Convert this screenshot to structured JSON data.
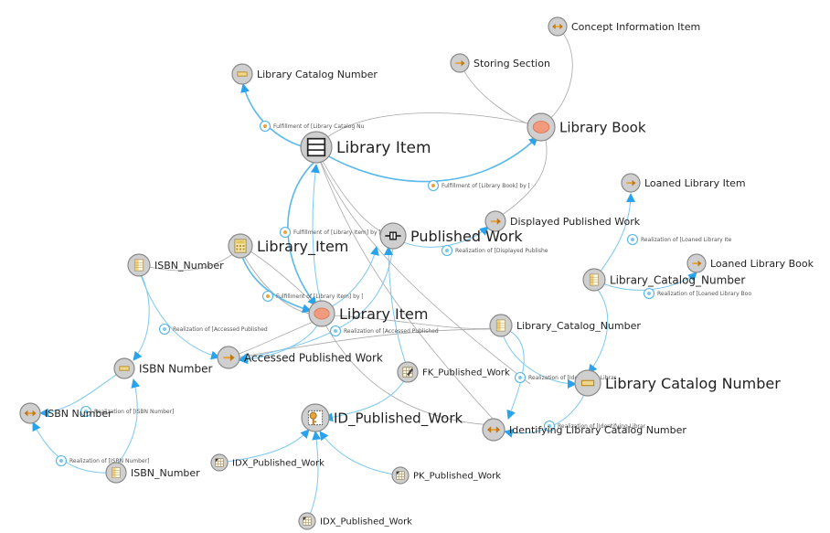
{
  "colors": {
    "edge_gray": "#a8a8a8",
    "edge_blue": "#7cc8ee",
    "edge_blue_strong": "#4fb3e8",
    "arrow": "#2ba3ec",
    "node_fill": "#cfcfcf",
    "node_stroke": "#8a8a8a",
    "icon_orange": "#e8a33c",
    "icon_salmon": "#f29a7e"
  },
  "nodes": {
    "concept_info": {
      "label": "Concept Information Item",
      "icon": "double-arrow-icon"
    },
    "storing_section": {
      "label": "Storing Section",
      "icon": "arrow-right-icon"
    },
    "library_catalog_number_top": {
      "label": "Library Catalog Number",
      "icon": "minus-icon"
    },
    "library_book": {
      "label": "Library Book",
      "icon": "ellipse-icon"
    },
    "library_item_main": {
      "label": "Library Item",
      "icon": "table-icon"
    },
    "loaned_library_item": {
      "label": "Loaned Library Item",
      "icon": "arrow-right-icon"
    },
    "displayed_published_work": {
      "label": "Displayed Published Work",
      "icon": "arrow-right-icon"
    },
    "published_work": {
      "label": "Published Work",
      "icon": "key-connector-icon"
    },
    "library_item_table": {
      "label": "Library_Item",
      "icon": "calculator-icon"
    },
    "isbn_number_table": {
      "label": "ISBN_Number",
      "icon": "column-icon"
    },
    "loaned_library_book": {
      "label": "Loaned Library Book",
      "icon": "arrow-right-icon"
    },
    "library_catalog_number_table1": {
      "label": "Library_Catalog_Number",
      "icon": "column-icon"
    },
    "library_item_entity": {
      "label": "Library Item",
      "icon": "ellipse-icon"
    },
    "library_catalog_number_table2": {
      "label": "Library_Catalog_Number",
      "icon": "column-icon"
    },
    "accessed_published_work": {
      "label": "Accessed Published Work",
      "icon": "arrow-right-icon"
    },
    "isbn_number": {
      "label": "ISBN Number",
      "icon": "minus-icon"
    },
    "fk_published_work": {
      "label": "FK_Published_Work",
      "icon": "fk-icon"
    },
    "library_catalog_number_mid": {
      "label": "Library Catalog Number",
      "icon": "minus-icon"
    },
    "isbn_number_left": {
      "label": "ISBN Number",
      "icon": "double-arrow-icon"
    },
    "id_published_work": {
      "label": "ID_Published_Work",
      "icon": "key-icon"
    },
    "identifying_library_catalog_number": {
      "label": "Identifying Library Catalog Number",
      "icon": "double-arrow-icon"
    },
    "isbn_number_bottom": {
      "label": "ISBN_Number",
      "icon": "column-icon"
    },
    "idx_published_work1": {
      "label": "IDX_Published_Work",
      "icon": "index-icon"
    },
    "pk_published_work": {
      "label": "PK_Published_Work",
      "icon": "index-icon"
    },
    "idx_published_work2": {
      "label": "IDX_Published_Work",
      "icon": "index-icon"
    }
  },
  "edge_labels": {
    "fulfillment_catalog": "Fulfillment of [Library Catalog Nu",
    "fulfillment_book": "Fulfillment of [Library Book] by [",
    "fulfillment_item_1": "Fulfillment of [Library Item] by [",
    "fulfillment_item_2": "Fulfillment of [Library Item] by [",
    "realization_displayed": "Realization of [Displayed Publishe",
    "realization_loaned_item": "Realization of [Loaned Library Ite",
    "realization_loaned_book": "Realization of [Loaned Library Boo",
    "realization_accessed_1": "Realization of [Accessed Published",
    "realization_accessed_2": "Realization of [Accessed Published",
    "realization_identifying_1": "Realization of [Identifying Librar",
    "realization_identifying_2": "Realization of [Identifying Librar",
    "realization_isbn_1": "Realization of [ISBN Number]",
    "realization_isbn_2": "Realization of [ISBN Number]"
  }
}
